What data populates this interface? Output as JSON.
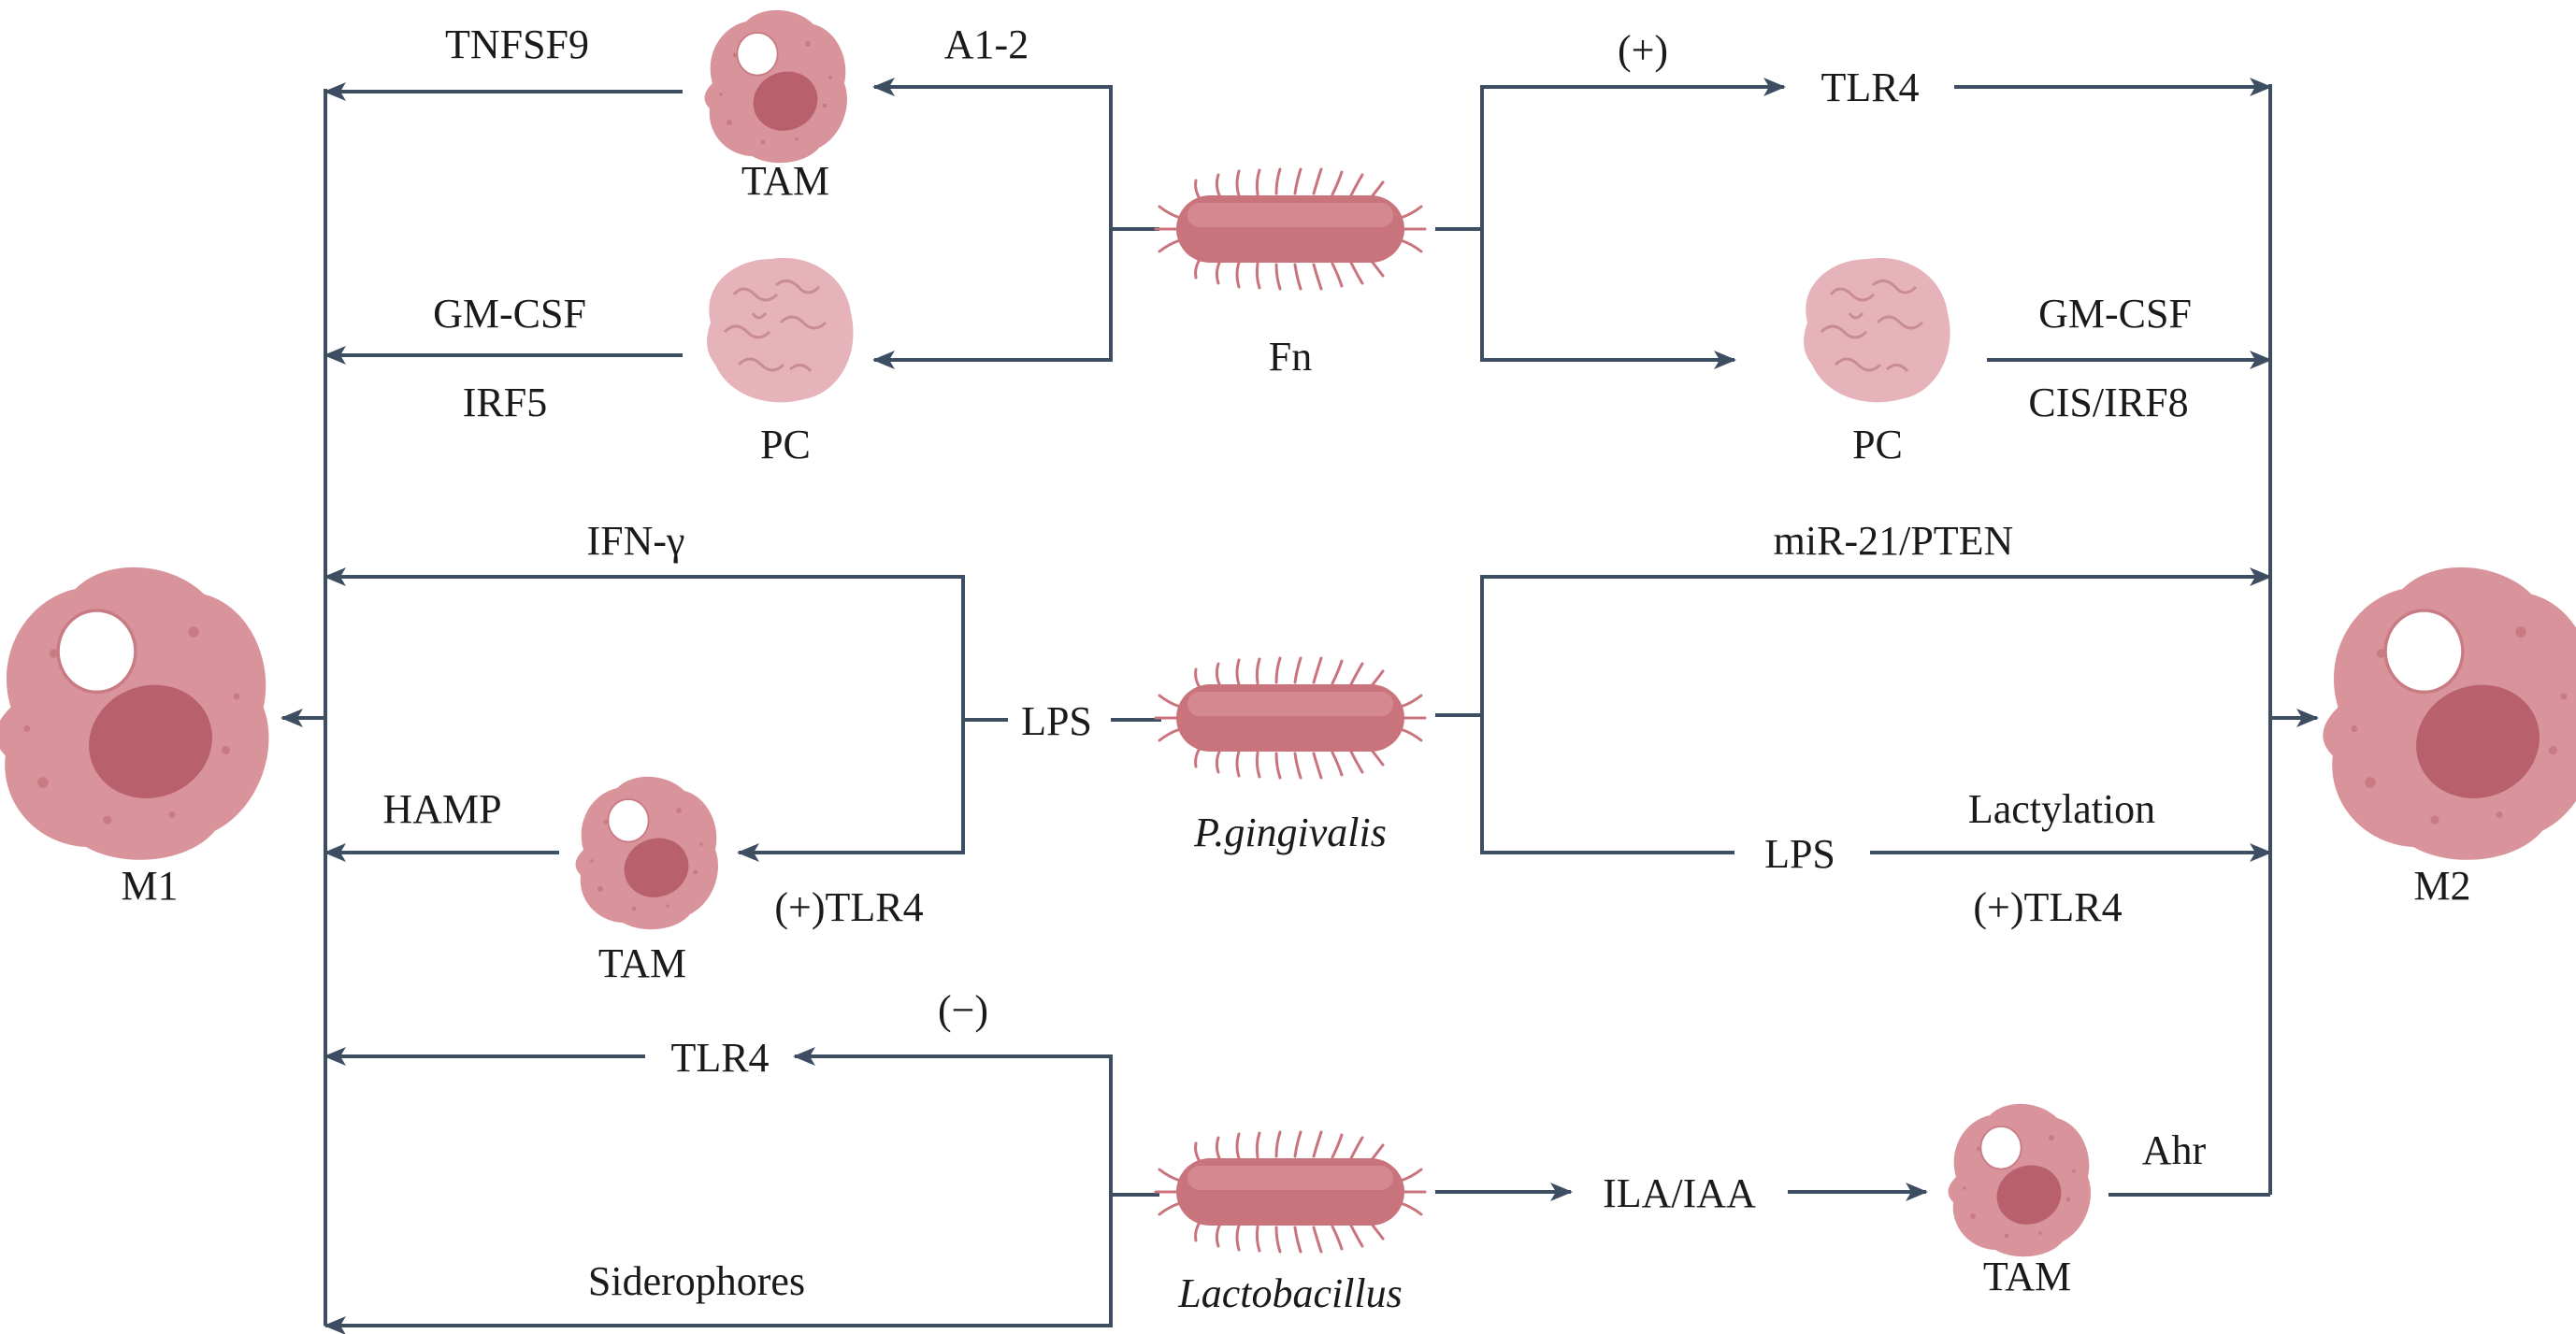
{
  "colors": {
    "line": "#3d4e63",
    "cell_body": "#d9939a",
    "cell_nucleus": "#b8616c",
    "plasma_cell": "#e6b3ba",
    "bacterium": "#c9747d",
    "text": "#1a1a1a"
  },
  "nodes": {
    "m1": "M1",
    "m2": "M2",
    "fn": "Fn",
    "pg": "P.gingivalis",
    "lacto": "Lactobacillus",
    "tam_top": "TAM",
    "pc_left": "PC",
    "pc_right": "PC",
    "tam_mid": "TAM",
    "tam_bottom": "TAM"
  },
  "labels": {
    "tnfsf9": "TNFSF9",
    "a1_2": "A1-2",
    "plus_top": "(+)",
    "tlr4_top": "TLR4",
    "gmcsf_left": "GM-CSF",
    "irf5": "IRF5",
    "gmcsf_right": "GM-CSF",
    "cis_irf8": "CIS/IRF8",
    "ifn_gamma": "IFN-γ",
    "mir21": "miR-21/PTEN",
    "lps_left": "LPS",
    "hamp": "HAMP",
    "plus_tlr4_left": "(+)TLR4",
    "lps_right": "LPS",
    "lactylation": "Lactylation",
    "plus_tlr4_right": "(+)TLR4",
    "minus": "(−)",
    "tlr4_bottom": "TLR4",
    "siderophores": "Siderophores",
    "ila_iaa": "ILA/IAA",
    "ahr": "Ahr"
  }
}
